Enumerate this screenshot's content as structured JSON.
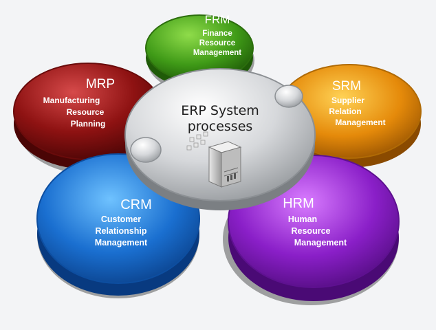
{
  "center": {
    "title_line1": "ERP System",
    "title_line2": "processes",
    "icon": "server-icon"
  },
  "modules": [
    {
      "id": "frm",
      "abbr": "FRM",
      "lines": [
        "Finance",
        "Resource",
        "Management"
      ],
      "color": "#3f9a17"
    },
    {
      "id": "srm",
      "abbr": "SRM",
      "lines": [
        "Supplier",
        "Relation",
        "Management"
      ],
      "color": "#e58a0a"
    },
    {
      "id": "hrm",
      "abbr": "HRM",
      "lines": [
        "Human",
        "Resource",
        "Management"
      ],
      "color": "#8a1fc8"
    },
    {
      "id": "crm",
      "abbr": "CRM",
      "lines": [
        "Customer",
        "Relationship",
        "Management"
      ],
      "color": "#1a6fd0"
    },
    {
      "id": "mrp",
      "abbr": "MRP",
      "lines": [
        "Manufacturing",
        "Resource",
        "Planning"
      ],
      "color": "#8e1212"
    }
  ],
  "colors": {
    "center": "#c8cacd",
    "background": "#f3f4f6"
  }
}
